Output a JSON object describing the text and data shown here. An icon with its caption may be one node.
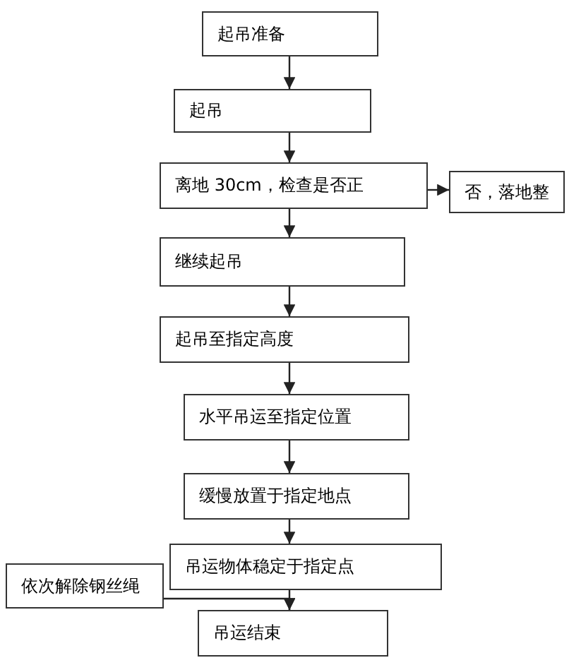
{
  "diagram": {
    "nodes": [
      {
        "text": [
          "起吊准备"
        ]
      },
      {
        "text": [
          "起吊"
        ]
      },
      {
        "text": [
          "离地 30cm，检查是否正"
        ]
      },
      {
        "text": [
          "否，落地整"
        ]
      },
      {
        "text": [
          "继续起吊"
        ]
      },
      {
        "text": [
          "起吊至指定高度"
        ]
      },
      {
        "text": [
          "水平吊运至指定位置"
        ]
      },
      {
        "text": [
          "缓慢放置于指定地点"
        ]
      },
      {
        "text": [
          "吊运物体稳定于指定点"
        ]
      },
      {
        "text": [
          "依次解除钢丝绳"
        ]
      },
      {
        "text": [
          "吊运结束"
        ]
      }
    ],
    "edges": [
      {
        "from": 0,
        "to": 1,
        "arrow": "to"
      },
      {
        "from": 1,
        "to": 2,
        "arrow": "to"
      },
      {
        "from": 2,
        "to": 3,
        "arrow": "to"
      },
      {
        "from": 2,
        "to": 4,
        "arrow": "to"
      },
      {
        "from": 4,
        "to": 5,
        "arrow": "to"
      },
      {
        "from": 5,
        "to": 6,
        "arrow": "to"
      },
      {
        "from": 6,
        "to": 7,
        "arrow": "to"
      },
      {
        "from": 7,
        "to": 8,
        "arrow": "to"
      },
      {
        "from": 8,
        "to": 10,
        "arrow": "to"
      },
      {
        "from": 9,
        "to": 10,
        "arrow": "to"
      }
    ]
  }
}
